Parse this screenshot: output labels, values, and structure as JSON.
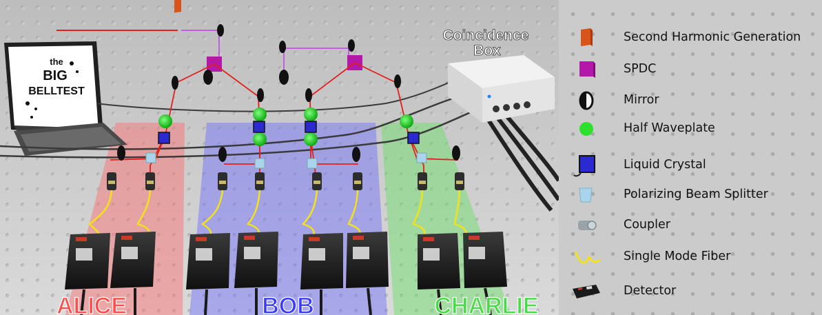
{
  "logo": {
    "line1": "the",
    "line2": "BIG",
    "line3": "BELLTEST"
  },
  "coincidence_box": {
    "line1": "Coincidence",
    "line2": "Box"
  },
  "parties": {
    "alice": "ALICE",
    "bob": "BOB",
    "charlie": "CHARLIE"
  },
  "colors": {
    "alice": "#ff4c4c",
    "bob": "#3b3bff",
    "charlie": "#47dc47",
    "laser": "#e0201c",
    "pump": "#c060e0"
  },
  "legend": {
    "items": [
      {
        "label": "Second Harmonic Generation",
        "icon": "shg-crystal-icon",
        "color": "#d9541a"
      },
      {
        "label": "SPDC",
        "icon": "spdc-crystal-icon",
        "color": "#b418a8"
      },
      {
        "label": "Mirror",
        "icon": "mirror-icon",
        "color": "#111111"
      },
      {
        "label": "Half Waveplate",
        "icon": "half-waveplate-icon",
        "color": "#2ee02e"
      },
      {
        "label": "Liquid Crystal",
        "icon": "liquid-crystal-icon",
        "color": "#2a2ad0"
      },
      {
        "label": "Polarizing Beam Splitter",
        "icon": "beam-splitter-icon",
        "color": "#a9d4ec"
      },
      {
        "label": "Coupler",
        "icon": "coupler-icon",
        "color": "#9aa3a8"
      },
      {
        "label": "Single Mode Fiber",
        "icon": "fiber-icon",
        "color": "#f2e21a"
      },
      {
        "label": "Detector",
        "icon": "detector-icon",
        "color": "#1a1a1a"
      }
    ]
  }
}
